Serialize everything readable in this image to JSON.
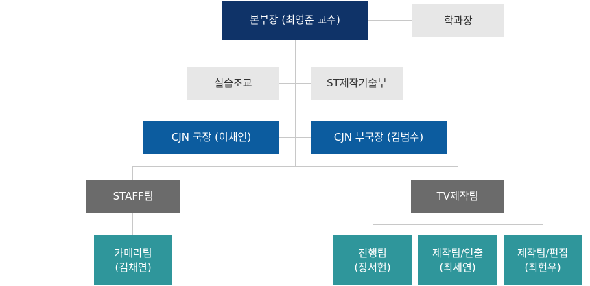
{
  "org": {
    "head": "본부장 (최영준 교수)",
    "dean": "학과장",
    "lab_assistant": "실습조교",
    "st_dept": "ST제작기술부",
    "director": "CJN 국장 (이채연)",
    "vice_director": "CJN 부국장 (김범수)",
    "staff_team": "STAFF팀",
    "tv_team": "TV제작팀",
    "camera_team": "카메라팀\n(김채연)",
    "progress_team": "진행팀\n(장서현)",
    "directing_team": "제작팀/연출\n(최세연)",
    "editing_team": "제작팀/편집\n(최현우)"
  },
  "colors": {
    "navy": "#0f3368",
    "blue": "#0c5c9f",
    "gray": "#6b6b6b",
    "light": "#e7e7e7",
    "teal": "#2f969b",
    "line": "#c8c8c8"
  }
}
